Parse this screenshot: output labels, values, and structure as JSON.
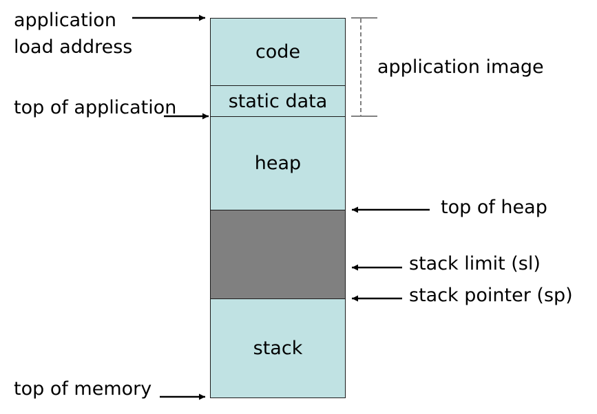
{
  "colors": {
    "segment_fill": "#c0e2e3",
    "free_fill": "#808080",
    "line": "#000000",
    "background": "#ffffff"
  },
  "segments": {
    "code": "code",
    "static_data": "static data",
    "heap": "heap",
    "free": "",
    "stack": "stack"
  },
  "labels": {
    "app_load_line1": "application",
    "app_load_line2": "load address",
    "top_of_application": "top of application",
    "top_of_memory": "top of memory",
    "application_image": "application image",
    "top_of_heap": "top of heap",
    "stack_limit": "stack limit (sl)",
    "stack_pointer": "stack pointer (sp)"
  }
}
